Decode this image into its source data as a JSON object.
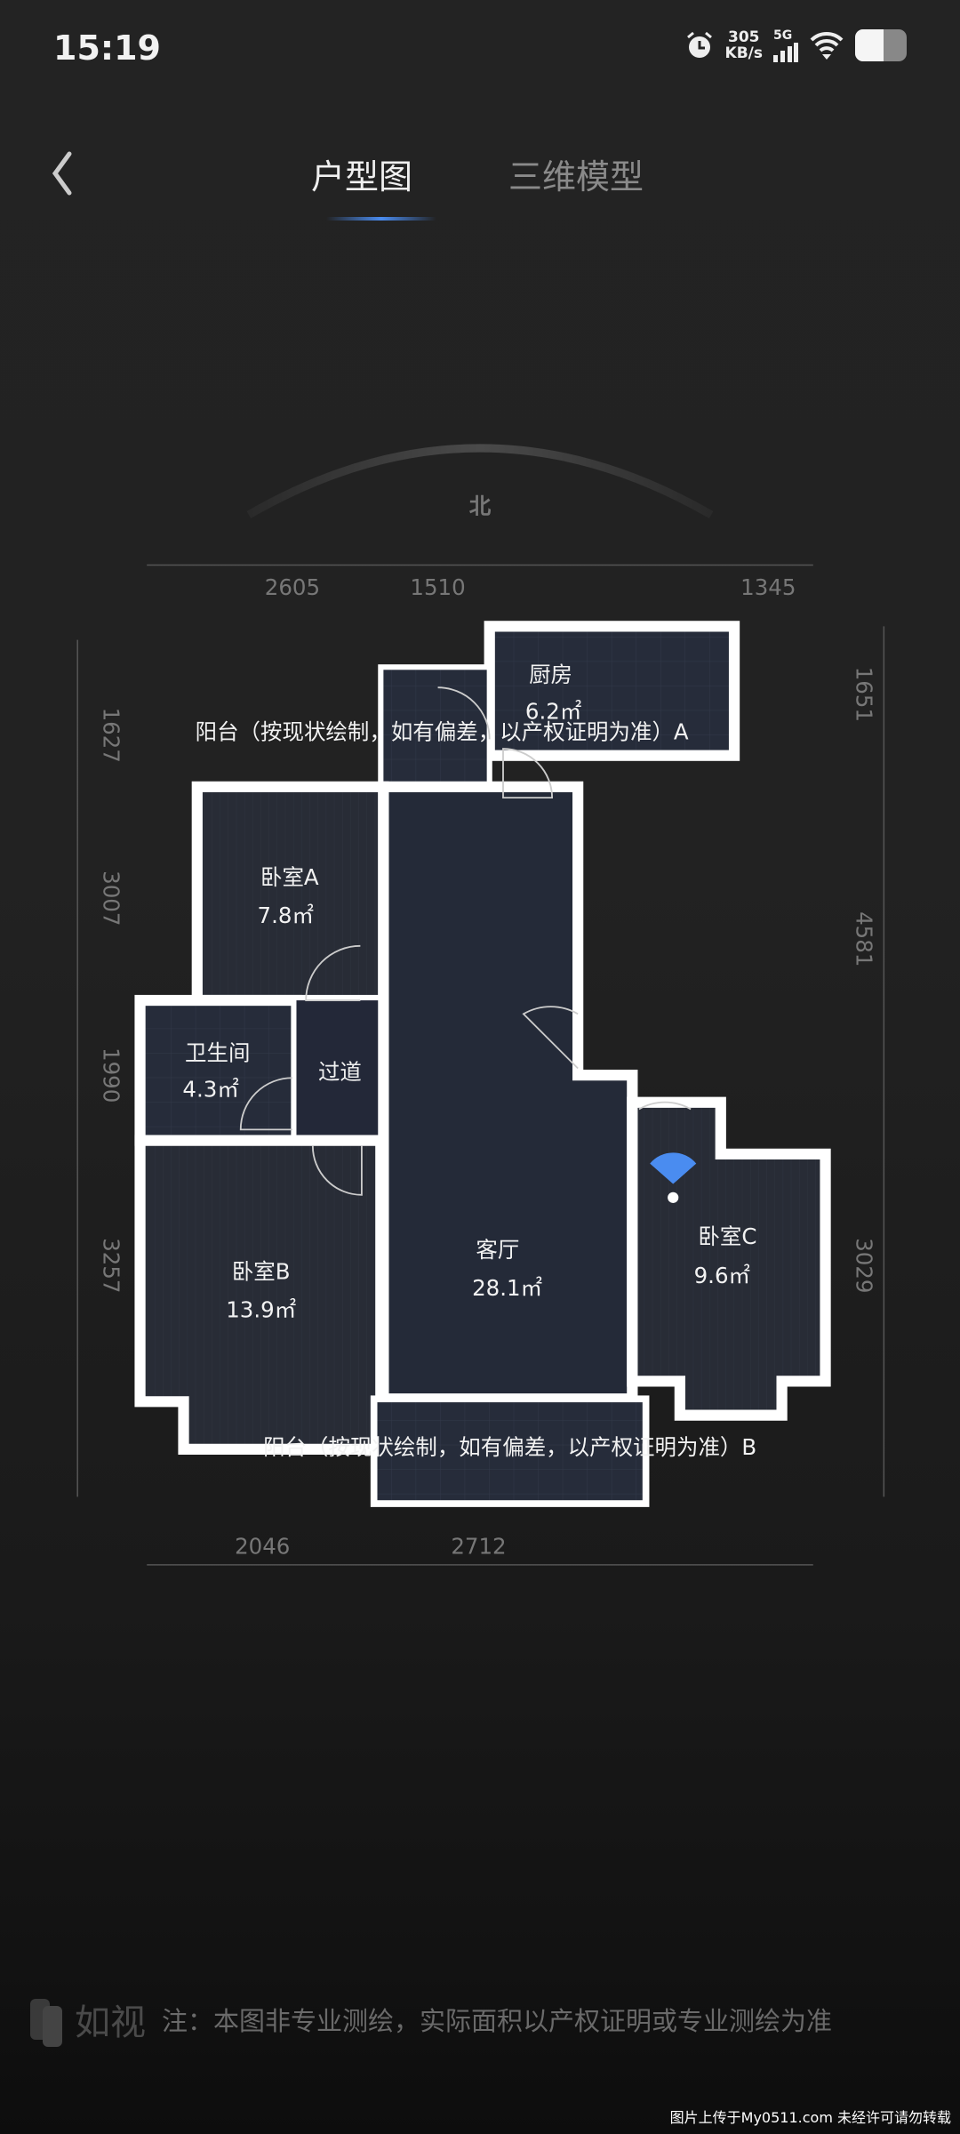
{
  "status_bar": {
    "time": "15:19",
    "speed_value": "305",
    "speed_unit": "KB/s",
    "network": "5G",
    "battery_percent": 55
  },
  "header": {
    "tabs": [
      {
        "label": "户型图",
        "active": true
      },
      {
        "label": "三维模型",
        "active": false
      }
    ]
  },
  "plan": {
    "compass": "北",
    "top_dims": [
      "2605",
      "1510",
      "1345"
    ],
    "left_dims": [
      "1627",
      "3007",
      "1990",
      "3257"
    ],
    "right_dims": [
      "1651",
      "4581",
      "3029"
    ],
    "bottom_dims": [
      "2046",
      "2712"
    ],
    "rooms": [
      {
        "name": "厨房",
        "area": "6.2㎡"
      },
      {
        "name": "卧室A",
        "area": "7.8㎡"
      },
      {
        "name": "卫生间",
        "area": "4.3㎡"
      },
      {
        "name": "过道"
      },
      {
        "name": "卧室B",
        "area": "13.9㎡"
      },
      {
        "name": "客厅",
        "area": "28.1㎡"
      },
      {
        "name": "卧室C",
        "area": "9.6㎡"
      }
    ],
    "balcony_a": "阳台（按现状绘制，如有偏差，以产权证明为准）A",
    "balcony_b": "阳台（按现状绘制，如有偏差，以产权证明为准）B",
    "colors": {
      "room": "#262c3a",
      "wall": "#ffffff",
      "accent": "#4a8cf0"
    }
  },
  "footer": {
    "logo": "如视",
    "note": "注：本图非专业测绘，实际面积以产权证明或专业测绘为准"
  },
  "watermark": "图片上传于My0511.com 未经许可请勿转载"
}
